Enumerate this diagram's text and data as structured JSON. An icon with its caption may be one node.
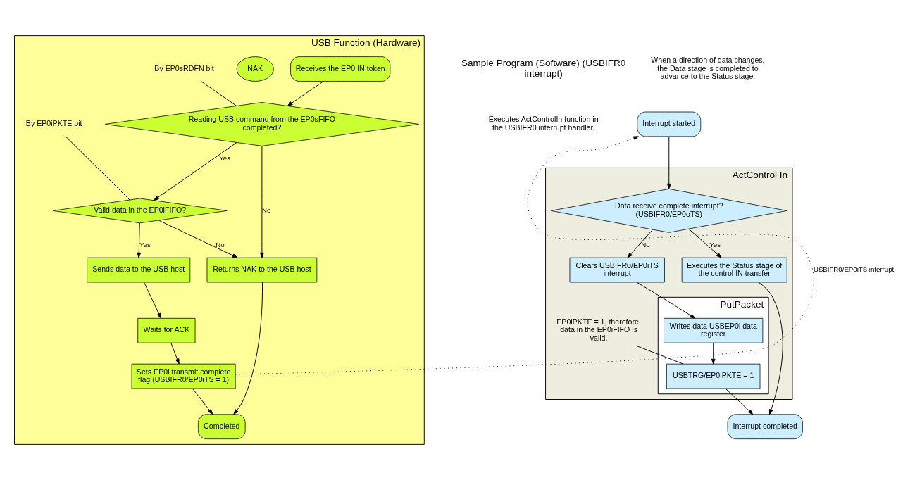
{
  "diagram": {
    "nodes": [
      {
        "text": [
          "USB Function (Hardware)"
        ]
      },
      {
        "text": [
          "Receives the EP0 IN token"
        ],
        "in": 0
      },
      {
        "text": [
          "Reading USB command from the EP0sFIFO completed?"
        ],
        "in": 0
      },
      {
        "text": [
          "Valid data in the EP0iFIFO?"
        ],
        "in": 0
      },
      {
        "text": [
          "Sends data to the USB host"
        ],
        "in": 0
      },
      {
        "text": [
          "Waits for ACK"
        ],
        "in": 0
      },
      {
        "text": [
          "Sets EP0i transmit complete flag (USBIFR0/EP0iTS = 1)"
        ],
        "in": 0
      },
      {
        "text": [
          "NAK"
        ],
        "in": 0
      },
      {
        "text": [
          "Returns NAK to the USB host"
        ],
        "in": 0
      },
      {
        "text": [
          "Completed"
        ],
        "in": 0
      },
      {
        "text": [
          "By EP0sRDFN bit"
        ],
        "in": 0
      },
      {
        "text": [
          "By EP0iPKTE bit"
        ],
        "in": 0
      },
      {
        "text": [
          "Interrupt started"
        ]
      },
      {
        "text": [
          "ActControl In"
        ]
      },
      {
        "text": [
          "Data receive complete interrupt? (USBIFR0/EP0oTS)"
        ],
        "in": 13
      },
      {
        "text": [
          "Clears USBIFR0/EP0iTS interrupt"
        ],
        "in": 13
      },
      {
        "text": [
          "Executes the Status stage of the control IN transfer"
        ],
        "in": 13
      },
      {
        "text": [
          "PutPacket"
        ],
        "in": 13
      },
      {
        "text": [
          "Writes data USBEP0i data register"
        ],
        "in": 17
      },
      {
        "text": [
          "USBTRG/EP0iPKTE = 1"
        ],
        "in": 17
      },
      {
        "text": [
          "EP0iPKTE = 1, therefore, data in the EP0iFIFO is valid."
        ],
        "in": 13
      },
      {
        "text": [
          "Interrupt completed"
        ]
      }
    ],
    "edges": [
      {
        "from": 1,
        "to": 2,
        "arrow": "to"
      },
      {
        "from": 2,
        "to": 3,
        "arrow": "to",
        "label": "Yes"
      },
      {
        "from": 2,
        "to": 8,
        "arrow": "to",
        "label": "No"
      },
      {
        "from": 3,
        "to": 8,
        "arrow": "to",
        "label": "No"
      },
      {
        "from": 3,
        "to": 4,
        "arrow": "to",
        "label": "Yes"
      },
      {
        "from": 4,
        "to": 5,
        "arrow": "to"
      },
      {
        "from": 5,
        "to": 6,
        "arrow": "to"
      },
      {
        "from": 6,
        "to": 9,
        "arrow": "to"
      },
      {
        "from": 8,
        "to": 9,
        "arrow": "to"
      },
      {
        "from": 10,
        "to": 2,
        "arrow": "none"
      },
      {
        "from": 11,
        "to": 3,
        "arrow": "none"
      },
      {
        "from": 6,
        "to": 12,
        "arrow": "to",
        "style": "dashed",
        "label": "USBIFR0/EP0iTS interrupt"
      },
      {
        "from": 12,
        "to": 14,
        "arrow": "to"
      },
      {
        "from": 14,
        "to": 15,
        "arrow": "to",
        "label": "No"
      },
      {
        "from": 14,
        "to": 16,
        "arrow": "to",
        "label": "Yes"
      },
      {
        "from": 15,
        "to": 18,
        "arrow": "to"
      },
      {
        "from": 18,
        "to": 19,
        "arrow": "to"
      },
      {
        "from": 19,
        "to": 21,
        "arrow": "to"
      },
      {
        "from": 16,
        "to": 21,
        "arrow": "to"
      },
      {
        "from": 20,
        "to": 19,
        "arrow": "none"
      }
    ],
    "labels": [
      "Sample Program (Software) (USBIFR0 interrupt)",
      "Executes ActControlIn function in the USBIFR0 interrupt handler.",
      "When a direction of data changes, the Data stage is completed to advance to the Status stage."
    ]
  }
}
